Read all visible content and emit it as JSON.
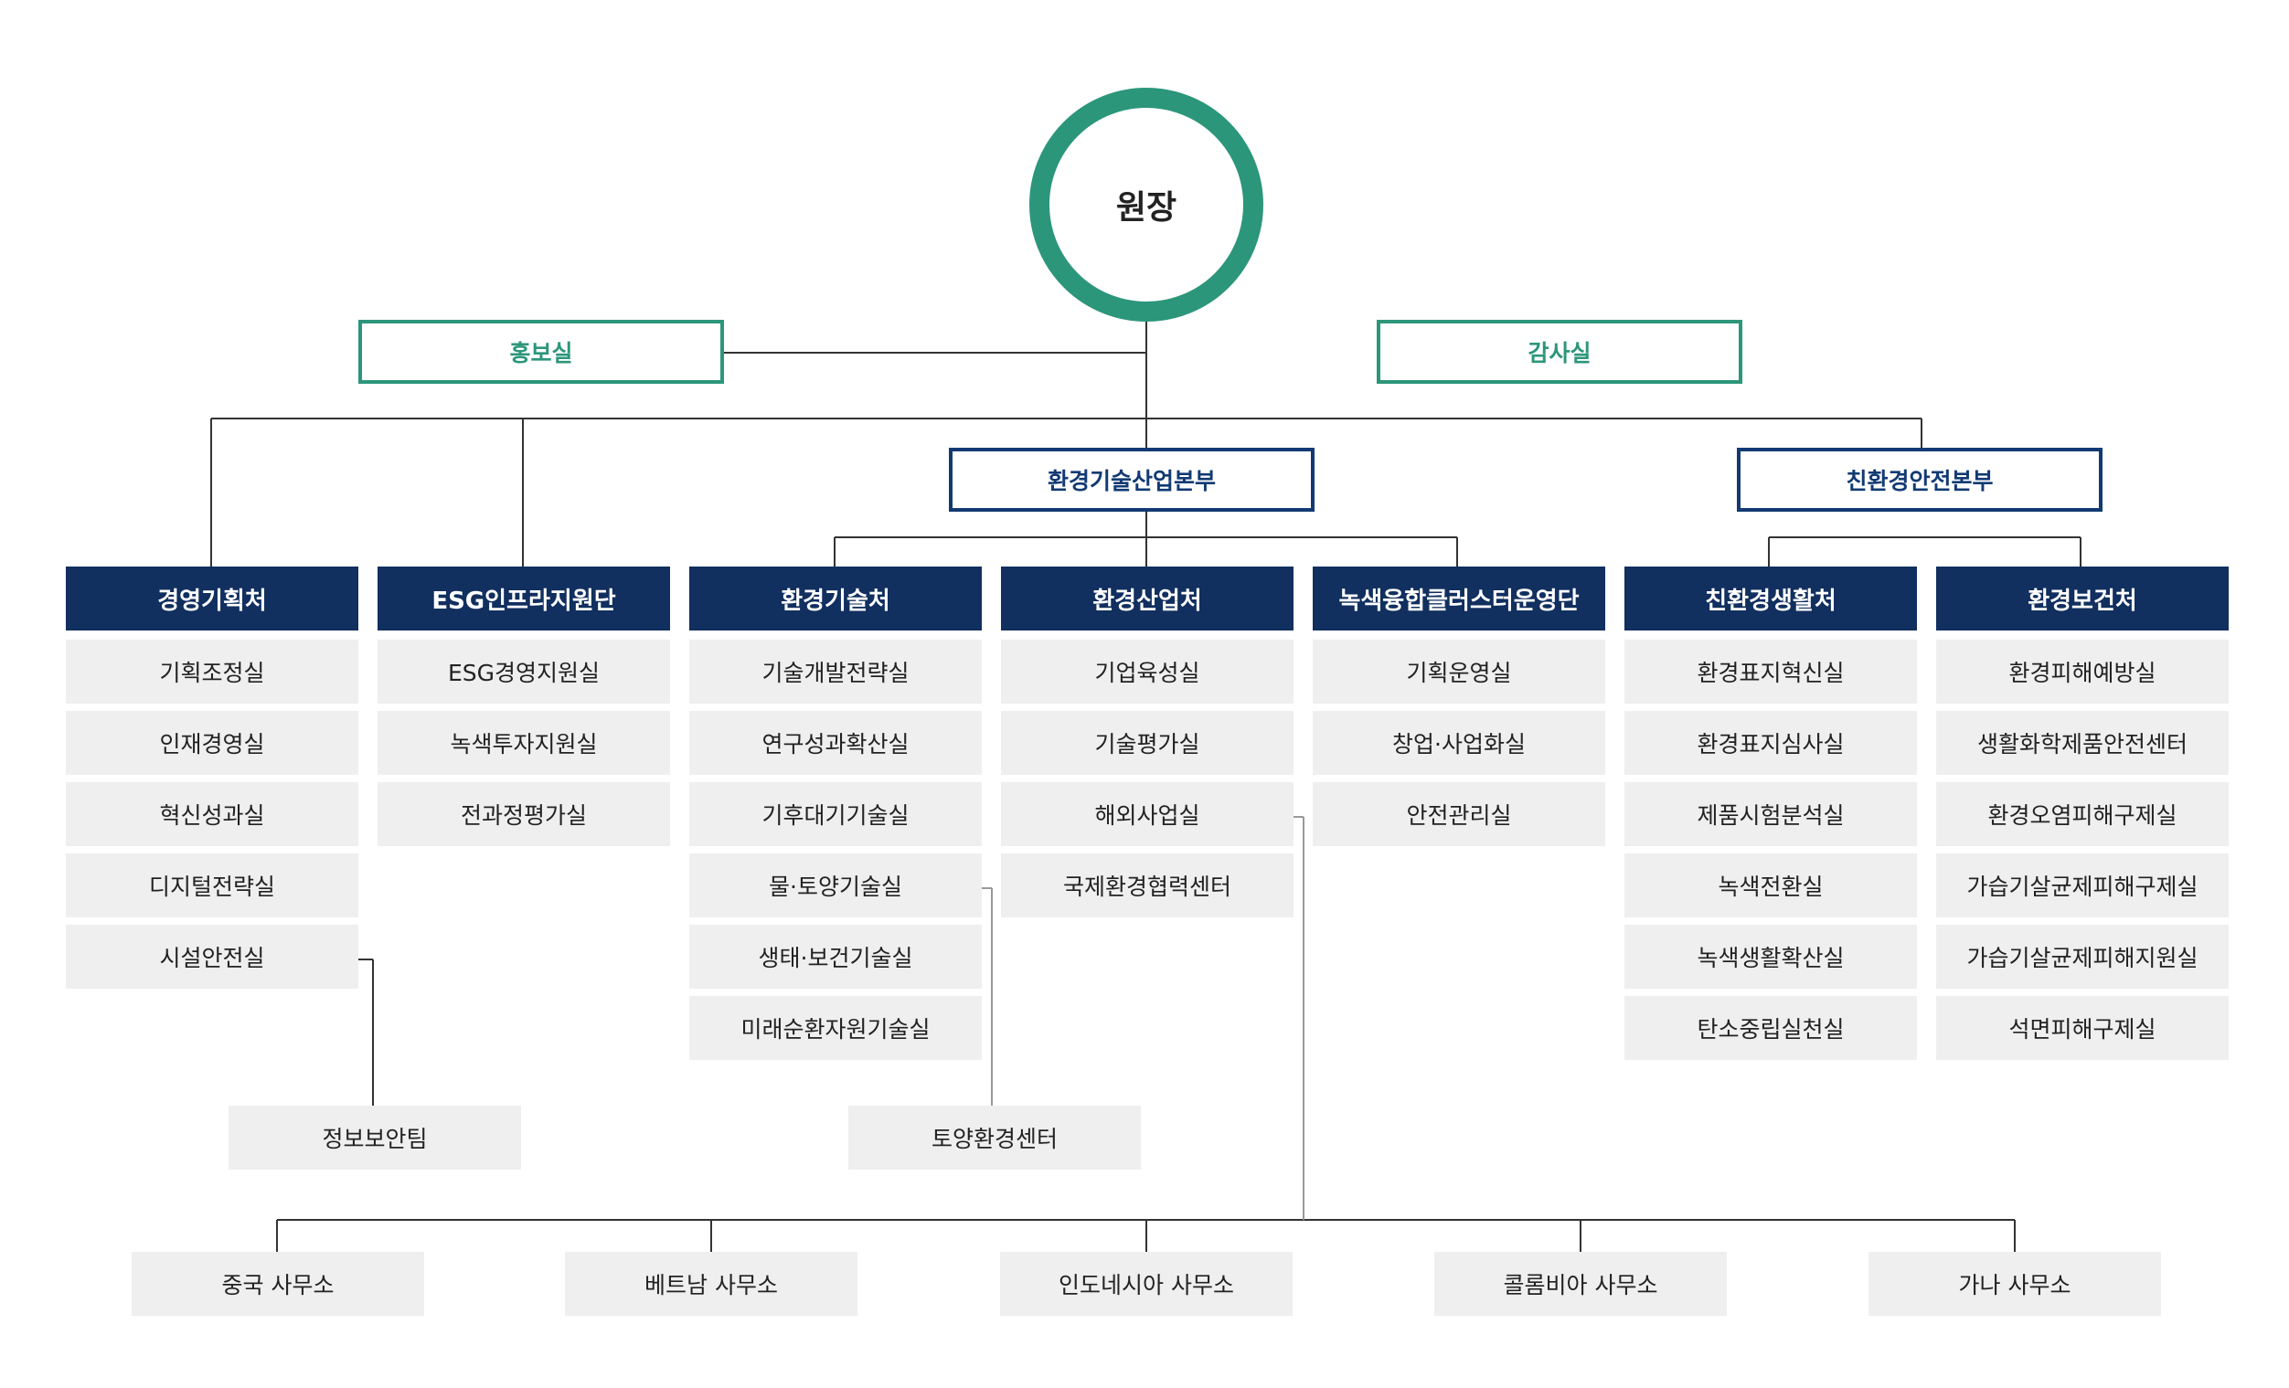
{
  "ceo": "원장",
  "staff": {
    "pr": "홍보실",
    "audit": "감사실"
  },
  "headquarters": {
    "env_tech_industry": "환경기술산업본부",
    "eco_safety": "친환경안전본부"
  },
  "departments": [
    {
      "name": "경영기획처",
      "units": [
        "기획조정실",
        "인재경영실",
        "혁신성과실",
        "디지털전략실",
        "시설안전실"
      ]
    },
    {
      "name": "ESG인프라지원단",
      "units": [
        "ESG경영지원실",
        "녹색투자지원실",
        "전과정평가실"
      ]
    },
    {
      "name": "환경기술처",
      "units": [
        "기술개발전략실",
        "연구성과확산실",
        "기후대기기술실",
        "물·토양기술실",
        "생태·보건기술실",
        "미래순환자원기술실"
      ]
    },
    {
      "name": "환경산업처",
      "units": [
        "기업육성실",
        "기술평가실",
        "해외사업실",
        "국제환경협력센터"
      ]
    },
    {
      "name": "녹색융합클러스터운영단",
      "units": [
        "기획운영실",
        "창업·사업화실",
        "안전관리실"
      ]
    },
    {
      "name": "친환경생활처",
      "units": [
        "환경표지혁신실",
        "환경표지심사실",
        "제품시험분석실",
        "녹색전환실",
        "녹색생활확산실",
        "탄소중립실천실"
      ]
    },
    {
      "name": "환경보건처",
      "units": [
        "환경피해예방실",
        "생활화학제품안전센터",
        "환경오염피해구제실",
        "가습기살균제피해구제실",
        "가습기살균제피해지원실",
        "석면피해구제실"
      ]
    }
  ],
  "sub_teams": {
    "info_security": "정보보안팀",
    "soil_center": "토양환경센터"
  },
  "overseas_offices": [
    "중국 사무소",
    "베트남 사무소",
    "인도네시아 사무소",
    "콜롬비아 사무소",
    "가나 사무소"
  ],
  "colors": {
    "ceo_ring": "#2c967a",
    "staff_border": "#2c967a",
    "hq_border": "#123a73",
    "dept_header": "#112f5f",
    "unit_bg": "#efefef",
    "connector": "#333333",
    "light_connector": "#999999"
  }
}
